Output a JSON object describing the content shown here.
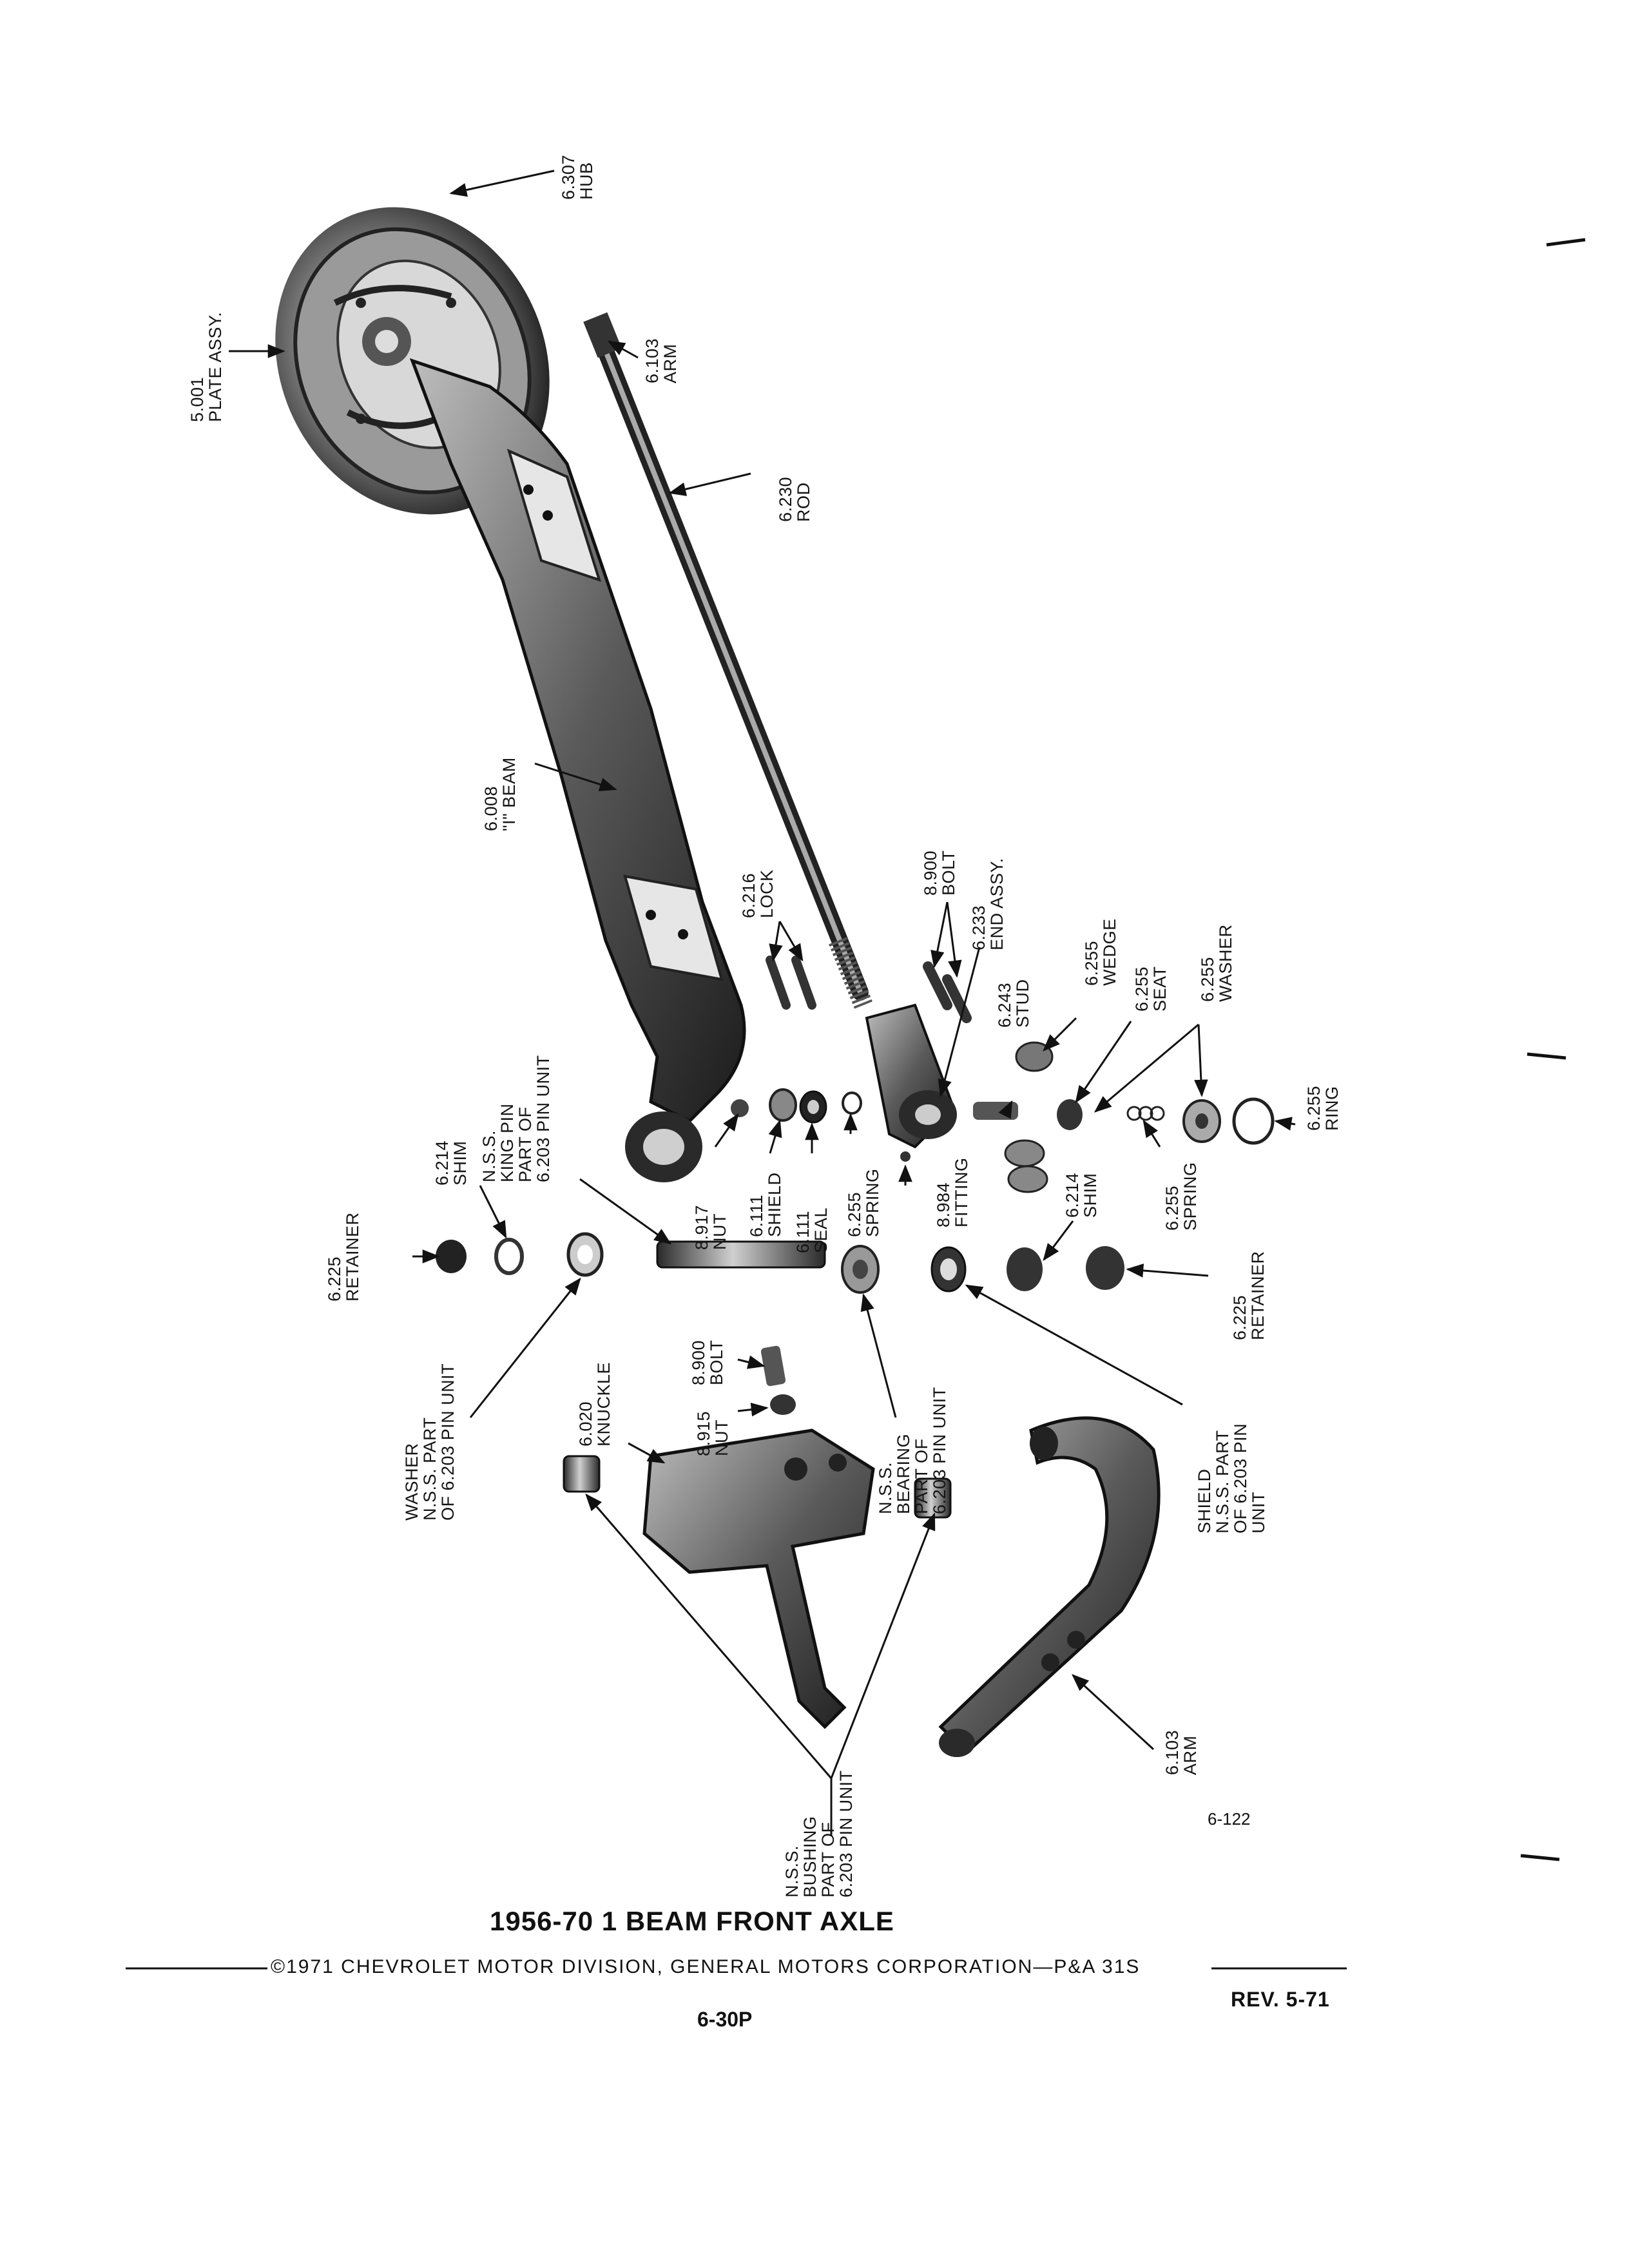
{
  "title": "1956-70 1 BEAM FRONT AXLE",
  "copyright": "©1971 CHEVROLET MOTOR DIVISION, GENERAL MOTORS CORPORATION—P&A 31S",
  "page_number": "6-30P",
  "revision": "REV. 5-71",
  "figure_number": "6-122",
  "labels": {
    "hub": "6.307\nHUB",
    "plate": "5.001\nPLATE ASSY.",
    "arm_top": "6.103\nARM",
    "rod": "6.230\nROD",
    "beam": "6.008\n\"I\" BEAM",
    "lock": "6.216\nLOCK",
    "bolt_top": "8.900\nBOLT",
    "end_assy": "6.233\nEND ASSY.",
    "stud": "6.243\nSTUD",
    "wedge": "6.255\nWEDGE",
    "seat": "6.255\nSEAT",
    "washer_top": "6.255\nWASHER",
    "ring": "6.255\nRING",
    "shim_left": "6.214\nSHIM",
    "king_pin": "N.S.S.\nKING PIN\nPART OF\n6.203 PIN UNIT",
    "nut_top": "8.917\nNUT",
    "shield": "6.111\nSHIELD",
    "seal": "6.111\nSEAL",
    "spring_mid": "6.255\nSPRING",
    "fitting": "8.984\nFITTING",
    "shim_right": "6.214\nSHIM",
    "spring_right": "6.255\nSPRING",
    "retainer_left": "6.225\nRETAINER",
    "retainer_right": "6.225\nRETAINER",
    "washer_nss": "WASHER\nN.S.S. PART\nOF 6.203 PIN UNIT",
    "knuckle": "6.020\nKNUCKLE",
    "bolt_mid": "8.900\nBOLT",
    "nut_mid": "8.915\nNUT",
    "bearing": "N.S.S.\nBEARING\nPART OF\n6.203 PIN UNIT",
    "shield_nss": "SHIELD\nN.S.S. PART\nOF 6.203 PIN\nUNIT",
    "arm_bottom": "6.103\nARM",
    "bushing": "N.S.S.\nBUSHING\nPART OF\n6.203 PIN UNIT"
  }
}
